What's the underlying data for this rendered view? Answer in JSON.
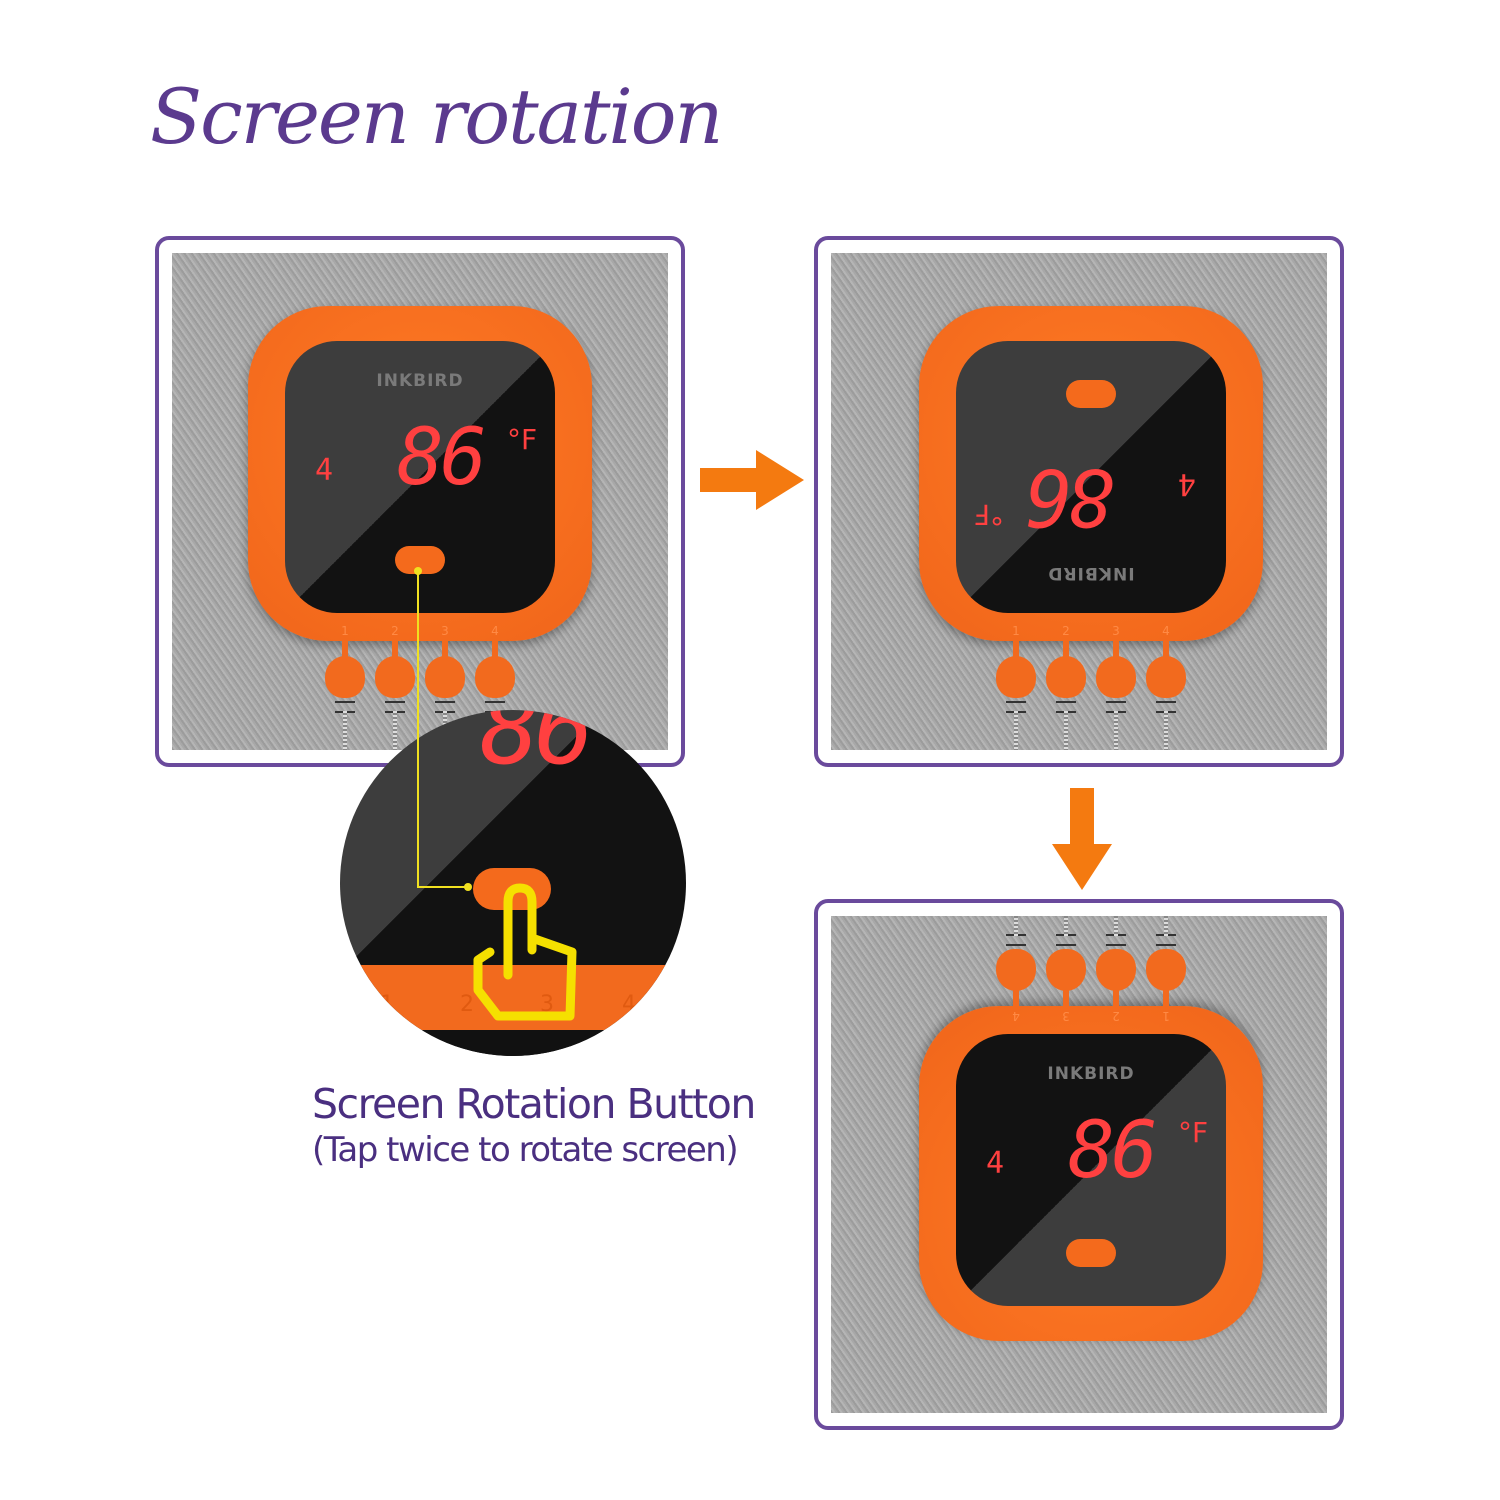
{
  "title": "Screen rotation",
  "device": {
    "brand": "INKBIRD",
    "channel": "4",
    "temperature": "86",
    "unit": "°F",
    "ports": [
      "1",
      "2",
      "3",
      "4"
    ]
  },
  "panels": [
    {
      "state": "original"
    },
    {
      "state": "screen-rotated-180"
    },
    {
      "state": "device-inverted-screen-upright"
    }
  ],
  "callout": {
    "label": "Screen Rotation Button",
    "sublabel": "(Tap twice to rotate screen)"
  },
  "colors": {
    "accent_purple": "#5b3a8e",
    "device_orange": "#f26a1e",
    "led_red": "#ff4040",
    "callout_yellow": "#f0e020"
  }
}
